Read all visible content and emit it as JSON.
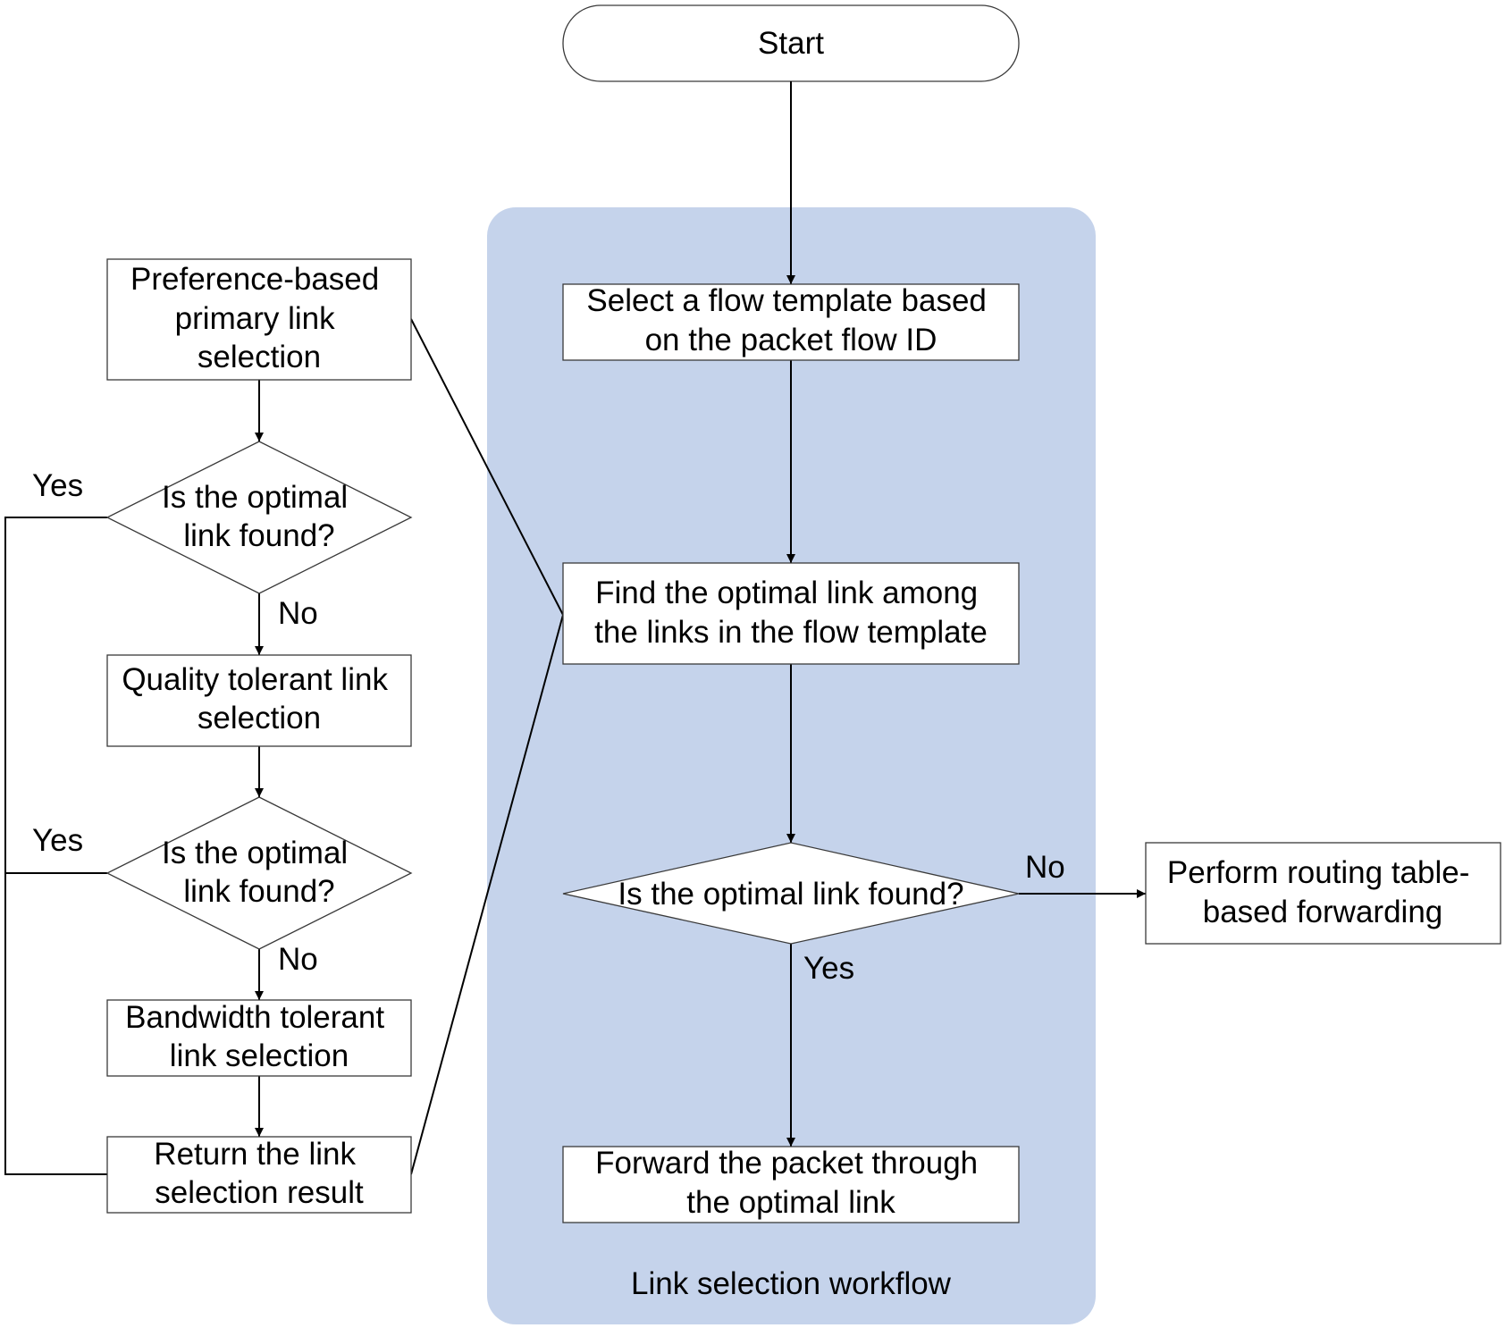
{
  "colors": {
    "workflow_region": "#c5d3eb",
    "box_fill": "#ffffff",
    "stroke": "#000000"
  },
  "start": {
    "label": "Start"
  },
  "workflow": {
    "region_label": "Link selection workflow",
    "select_template": [
      "Select a flow template based",
      "on the packet flow ID"
    ],
    "find_optimal": [
      "Find the optimal link among",
      "the links in the flow template"
    ],
    "decision": [
      "Is the optimal link found?"
    ],
    "forward_packet": [
      "Forward the packet through",
      "the optimal link"
    ],
    "decision_no_label": "No",
    "decision_yes_label": "Yes"
  },
  "routing_fallback": [
    "Perform routing table-",
    "based forwarding"
  ],
  "detail": {
    "preference_selection": [
      "Preference-based",
      "primary link",
      "selection"
    ],
    "decision1": [
      "Is the optimal",
      "link found?"
    ],
    "decision1_yes": "Yes",
    "decision1_no": "No",
    "quality_selection": [
      "Quality tolerant link",
      "selection"
    ],
    "decision2": [
      "Is the optimal",
      "link found?"
    ],
    "decision2_yes": "Yes",
    "decision2_no": "No",
    "bandwidth_selection": [
      "Bandwidth tolerant",
      "link selection"
    ],
    "return_result": [
      "Return the link",
      "selection result"
    ]
  }
}
